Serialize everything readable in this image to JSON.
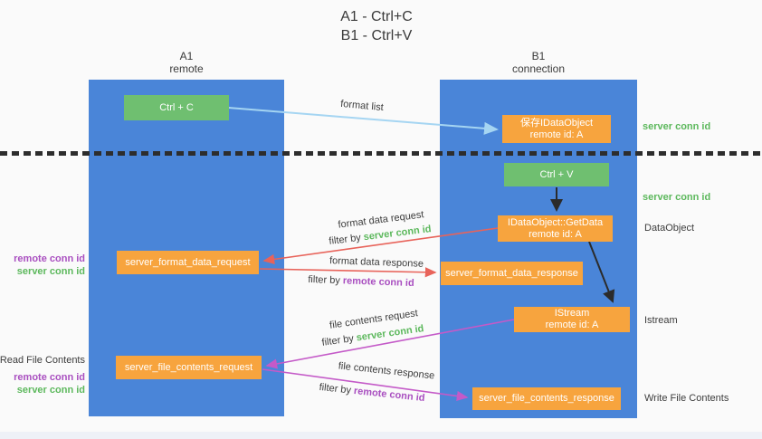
{
  "title": {
    "line1": "A1 - Ctrl+C",
    "line2": "B1 - Ctrl+V"
  },
  "lanes": {
    "left": {
      "name": "A1",
      "role": "remote"
    },
    "right": {
      "name": "B1",
      "role": "connection"
    }
  },
  "nodes": {
    "ctrl_c": "Ctrl + C",
    "save_idataobject": {
      "line1": "保存IDataObject",
      "line2": "remote id: A"
    },
    "ctrl_v": "Ctrl + V",
    "getdata": {
      "line1": "IDataObject::GetData",
      "line2": "remote id: A"
    },
    "format_request": "server_format_data_request",
    "format_response": "server_format_data_response",
    "istream": {
      "line1": "IStream",
      "line2": "remote id: A"
    },
    "file_request": "server_file_contents_request",
    "file_response": "server_file_contents_response"
  },
  "edges": {
    "format_list": {
      "label": "format list"
    },
    "format_data_request": {
      "label": "format data request",
      "filter_prefix": "filter by ",
      "filter_key": "server conn id"
    },
    "format_data_response": {
      "label": "format data response",
      "filter_prefix": "filter by ",
      "filter_key": "remote conn id"
    },
    "file_contents_request": {
      "label": "file contents request",
      "filter_prefix": "filter by ",
      "filter_key": "server conn id"
    },
    "file_contents_response": {
      "label": "file contents response",
      "filter_prefix": "filter by ",
      "filter_key": "remote conn id"
    }
  },
  "annotations": {
    "server_conn_id_top": "server conn id",
    "server_conn_id_mid": "server conn id",
    "dataobject": "DataObject",
    "istream": "Istream",
    "write_file_contents": "Write File Contents",
    "read_file_contents": "Read File Contents",
    "left_mid": {
      "line1": "remote conn id",
      "line2": "server conn id"
    },
    "left_bottom": {
      "line1": "remote conn id",
      "line2": "server conn id"
    }
  },
  "colors": {
    "background": "#fafafa",
    "lane_fill": "#4a85d8",
    "action_green": "#6fbf70",
    "message_orange": "#f7a43e",
    "arrow_blue": "#a5d5f2",
    "arrow_red": "#e8635a",
    "arrow_magenta": "#c45ac8",
    "arrow_black": "#2b2b2b",
    "server_conn_green": "#5cb85c",
    "remote_conn_purple": "#a94fc0",
    "text_dark": "#3c3c3c"
  }
}
